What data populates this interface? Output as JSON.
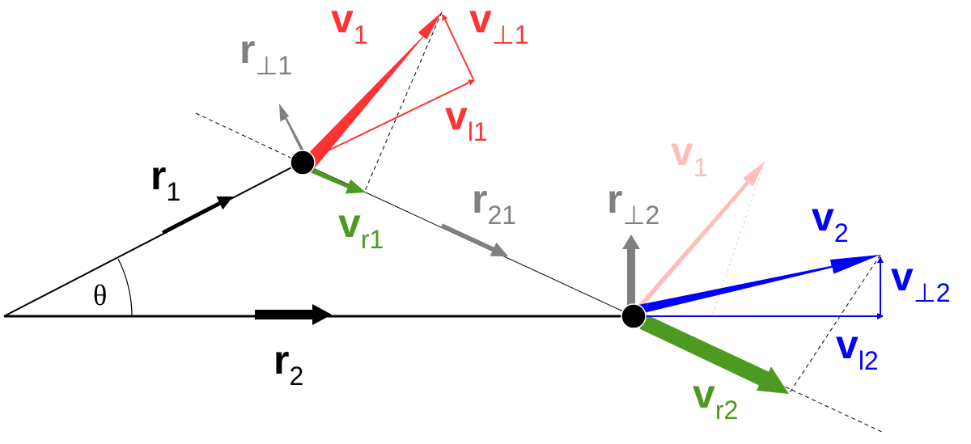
{
  "colors": {
    "black": "#000000",
    "gray": "#808080",
    "red": "#ff3333",
    "faded_red": "#ffbdbd",
    "green": "#4c9a1f",
    "blue": "#0000ff"
  },
  "labels": {
    "r1": {
      "main": "r",
      "sub": "1"
    },
    "r2": {
      "main": "r",
      "sub": "2"
    },
    "r21": {
      "main": "r",
      "sub": "21"
    },
    "r_perp1": {
      "main": "r",
      "sub": "⊥1"
    },
    "r_perp2": {
      "main": "r",
      "sub": "⊥2"
    },
    "v1": {
      "main": "v",
      "sub": "1"
    },
    "v1_copy": {
      "main": "v",
      "sub": "1"
    },
    "v2": {
      "main": "v",
      "sub": "2"
    },
    "v_perp1": {
      "main": "v",
      "sub": "⊥1"
    },
    "v_perp2": {
      "main": "v",
      "sub": "⊥2"
    },
    "v_par1": {
      "main": "v",
      "sub": "l1"
    },
    "v_par2": {
      "main": "v",
      "sub": "l2"
    },
    "v_r1": {
      "main": "v",
      "sub": "r1"
    },
    "v_r2": {
      "main": "v",
      "sub": "r2"
    },
    "theta": "θ"
  }
}
